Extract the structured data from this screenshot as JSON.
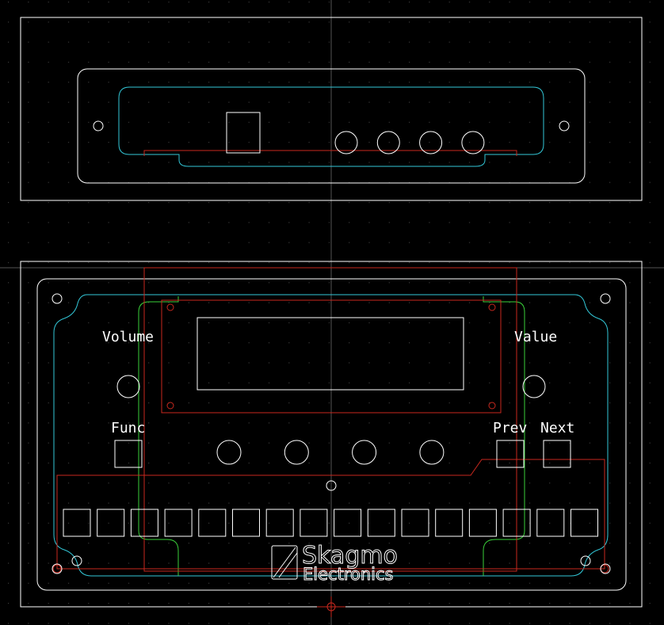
{
  "colors": {
    "background": "#000000",
    "outline": "#ffffff",
    "cyan": "#33c8d8",
    "red": "#c8281e",
    "green": "#3ad13a",
    "grid": "#3a3a3a",
    "crosshair": "#555555"
  },
  "front_panel": {
    "labels": {
      "volume": "Volume",
      "value": "Value",
      "func": "Func",
      "prev": "Prev",
      "next": "Next"
    },
    "logo": {
      "name": "Skagmo",
      "sub": "Electronics",
      "icon": "skagmo-slash-logo-icon"
    },
    "step_button_count": 16,
    "small_knob_count": 4
  },
  "side_panel": {
    "jack_count": 4
  }
}
